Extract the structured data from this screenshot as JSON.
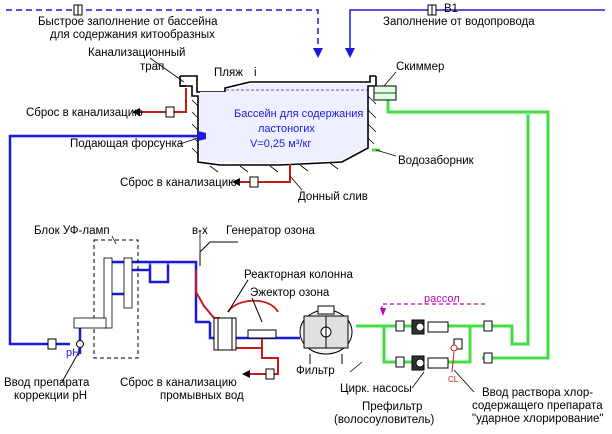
{
  "labels": {
    "fast_fill_1": "Быстрое заполнение от бассейна",
    "fast_fill_2": "для содержания китообразных",
    "tap_fill": "Заполнение от водопровода",
    "b1": "B1",
    "sewer_trap_1": "Канализационный",
    "sewer_trap_2": "трап",
    "beach": "Пляж",
    "slope": "i",
    "skimmer": "Скиммер",
    "pool_1": "Бассейн для содержания",
    "pool_2": "ластоногих",
    "pool_3": "V=0,25 м³/кг",
    "drain_sewer_top": "Сброс в канализацию",
    "supply_nozzle": "Подающая форсунка",
    "water_intake": "Водозаборник",
    "drain_sewer_mid": "Сброс в канализацию",
    "bottom_drain": "Донный слив",
    "uv_block": "Блок УФ-ламп",
    "air_water": "в-х",
    "ozone_gen": "Генератор озона",
    "reactor": "Реакторная колонна",
    "ozone_ejector": "Эжектор озона",
    "brine": "рассол",
    "ph": "pH",
    "filter": "Фильтр",
    "ph_input_1": "Ввод препарата",
    "ph_input_2": "коррекции pH",
    "backwash_1": "Сброс в канализацию",
    "backwash_2": "промывных вод",
    "circ_pumps": "Цирк. насосы",
    "prefilter_1": "Префильтр",
    "prefilter_2": "(волосоуловитель)",
    "cl": "CL",
    "chlor_1": "Ввод раствора хлор-",
    "chlor_2": "содержащего препарата",
    "chlor_3": "\"ударное хлорирование\""
  },
  "colors": {
    "supply_line": "#1a1adc",
    "return_line": "#44dd44",
    "drain_line": "#cc1a1a",
    "brine_line": "#c000c0",
    "structure": "#000000"
  },
  "icons": [
    "valve-icon",
    "pump-icon",
    "filter-icon",
    "uv-lamp-icon",
    "nozzle-icon",
    "trap-icon"
  ]
}
